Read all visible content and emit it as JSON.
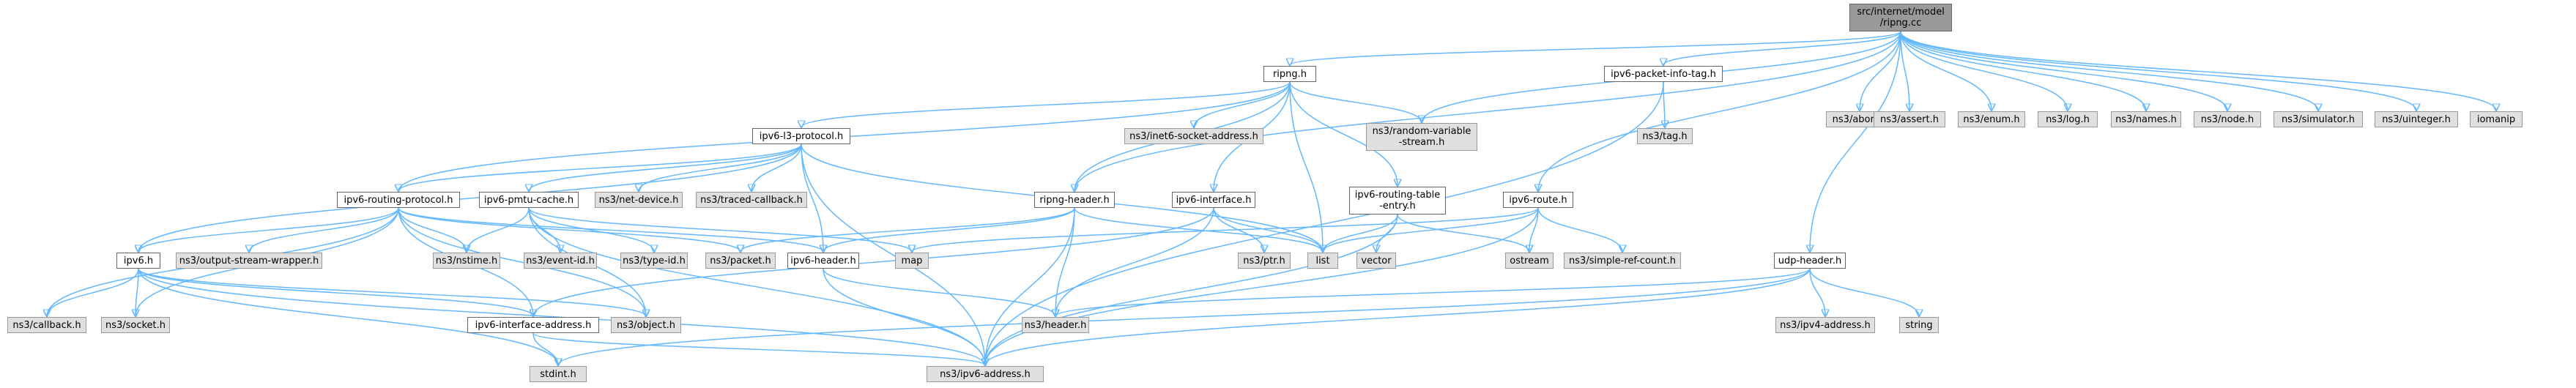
{
  "edge_color": "#63b8ff",
  "nodes": [
    {
      "id": "ripng_cc",
      "label": "src/internet/model\n/ripng.cc",
      "kind": "root"
    },
    {
      "id": "ripng_h",
      "label": "ripng.h",
      "kind": "local"
    },
    {
      "id": "ipv6_packet_info_tag_h",
      "label": "ipv6-packet-info-tag.h",
      "kind": "local"
    },
    {
      "id": "abort_h",
      "label": "ns3/abort.h",
      "kind": "ext"
    },
    {
      "id": "assert_h",
      "label": "ns3/assert.h",
      "kind": "ext"
    },
    {
      "id": "enum_h",
      "label": "ns3/enum.h",
      "kind": "ext"
    },
    {
      "id": "log_h",
      "label": "ns3/log.h",
      "kind": "ext"
    },
    {
      "id": "names_h",
      "label": "ns3/names.h",
      "kind": "ext"
    },
    {
      "id": "node_h",
      "label": "ns3/node.h",
      "kind": "ext"
    },
    {
      "id": "simulator_h",
      "label": "ns3/simulator.h",
      "kind": "ext"
    },
    {
      "id": "uinteger_h",
      "label": "ns3/uinteger.h",
      "kind": "ext"
    },
    {
      "id": "iomanip",
      "label": "iomanip",
      "kind": "ext"
    },
    {
      "id": "ipv6_l3_protocol_h",
      "label": "ipv6-l3-protocol.h",
      "kind": "local"
    },
    {
      "id": "inet6_socket_address_h",
      "label": "ns3/inet6-socket-address.h",
      "kind": "ext"
    },
    {
      "id": "random_variable_stream_h",
      "label": "ns3/random-variable\n-stream.h",
      "kind": "ext"
    },
    {
      "id": "tag_h",
      "label": "ns3/tag.h",
      "kind": "ext"
    },
    {
      "id": "ipv6_routing_protocol_h",
      "label": "ipv6-routing-protocol.h",
      "kind": "local"
    },
    {
      "id": "ipv6_pmtu_cache_h",
      "label": "ipv6-pmtu-cache.h",
      "kind": "local"
    },
    {
      "id": "net_device_h",
      "label": "ns3/net-device.h",
      "kind": "ext"
    },
    {
      "id": "traced_callback_h",
      "label": "ns3/traced-callback.h",
      "kind": "ext"
    },
    {
      "id": "ripng_header_h",
      "label": "ripng-header.h",
      "kind": "local"
    },
    {
      "id": "ipv6_interface_h",
      "label": "ipv6-interface.h",
      "kind": "local"
    },
    {
      "id": "ipv6_routing_table_entry_h",
      "label": "ipv6-routing-table\n-entry.h",
      "kind": "local"
    },
    {
      "id": "ipv6_route_h",
      "label": "ipv6-route.h",
      "kind": "local"
    },
    {
      "id": "udp_header_h",
      "label": "udp-header.h",
      "kind": "local"
    },
    {
      "id": "ipv6_h",
      "label": "ipv6.h",
      "kind": "local"
    },
    {
      "id": "output_stream_wrapper_h",
      "label": "ns3/output-stream-wrapper.h",
      "kind": "ext"
    },
    {
      "id": "nstime_h",
      "label": "ns3/nstime.h",
      "kind": "ext"
    },
    {
      "id": "event_id_h",
      "label": "ns3/event-id.h",
      "kind": "ext"
    },
    {
      "id": "type_id_h",
      "label": "ns3/type-id.h",
      "kind": "ext"
    },
    {
      "id": "packet_h",
      "label": "ns3/packet.h",
      "kind": "ext"
    },
    {
      "id": "ipv6_header_h",
      "label": "ipv6-header.h",
      "kind": "local"
    },
    {
      "id": "map",
      "label": "map",
      "kind": "ext"
    },
    {
      "id": "ptr_h",
      "label": "ns3/ptr.h",
      "kind": "ext"
    },
    {
      "id": "list",
      "label": "list",
      "kind": "ext"
    },
    {
      "id": "vector",
      "label": "vector",
      "kind": "ext"
    },
    {
      "id": "ostream",
      "label": "ostream",
      "kind": "ext"
    },
    {
      "id": "simple_ref_count_h",
      "label": "ns3/simple-ref-count.h",
      "kind": "ext"
    },
    {
      "id": "callback_h",
      "label": "ns3/callback.h",
      "kind": "ext"
    },
    {
      "id": "socket_h",
      "label": "ns3/socket.h",
      "kind": "ext"
    },
    {
      "id": "ipv6_interface_address_h",
      "label": "ipv6-interface-address.h",
      "kind": "local"
    },
    {
      "id": "object_h",
      "label": "ns3/object.h",
      "kind": "ext"
    },
    {
      "id": "header_h",
      "label": "ns3/header.h",
      "kind": "ext"
    },
    {
      "id": "ipv4_address_h",
      "label": "ns3/ipv4-address.h",
      "kind": "ext"
    },
    {
      "id": "string",
      "label": "string",
      "kind": "ext"
    },
    {
      "id": "stdint_h",
      "label": "stdint.h",
      "kind": "ext"
    },
    {
      "id": "ipv6_address_h",
      "label": "ns3/ipv6-address.h",
      "kind": "ext"
    }
  ],
  "edges": [
    [
      "ripng_cc",
      "ripng_h"
    ],
    [
      "ripng_cc",
      "ipv6_packet_info_tag_h"
    ],
    [
      "ripng_cc",
      "abort_h"
    ],
    [
      "ripng_cc",
      "assert_h"
    ],
    [
      "ripng_cc",
      "enum_h"
    ],
    [
      "ripng_cc",
      "log_h"
    ],
    [
      "ripng_cc",
      "names_h"
    ],
    [
      "ripng_cc",
      "node_h"
    ],
    [
      "ripng_cc",
      "simulator_h"
    ],
    [
      "ripng_cc",
      "uinteger_h"
    ],
    [
      "ripng_cc",
      "iomanip"
    ],
    [
      "ripng_cc",
      "random_variable_stream_h"
    ],
    [
      "ripng_cc",
      "ripng_header_h"
    ],
    [
      "ripng_cc",
      "ipv6_route_h"
    ],
    [
      "ripng_cc",
      "udp_header_h"
    ],
    [
      "ripng_h",
      "ipv6_l3_protocol_h"
    ],
    [
      "ripng_h",
      "inet6_socket_address_h"
    ],
    [
      "ripng_h",
      "random_variable_stream_h"
    ],
    [
      "ripng_h",
      "ripng_header_h"
    ],
    [
      "ripng_h",
      "ipv6_interface_h"
    ],
    [
      "ripng_h",
      "ipv6_routing_table_entry_h"
    ],
    [
      "ripng_h",
      "ipv6_routing_protocol_h"
    ],
    [
      "ripng_h",
      "list"
    ],
    [
      "ipv6_packet_info_tag_h",
      "tag_h"
    ],
    [
      "ipv6_packet_info_tag_h",
      "ipv6_address_h"
    ],
    [
      "ipv6_l3_protocol_h",
      "ipv6_routing_protocol_h"
    ],
    [
      "ipv6_l3_protocol_h",
      "ipv6_pmtu_cache_h"
    ],
    [
      "ipv6_l3_protocol_h",
      "net_device_h"
    ],
    [
      "ipv6_l3_protocol_h",
      "traced_callback_h"
    ],
    [
      "ipv6_l3_protocol_h",
      "ipv6_h"
    ],
    [
      "ipv6_l3_protocol_h",
      "ipv6_header_h"
    ],
    [
      "ipv6_l3_protocol_h",
      "list"
    ],
    [
      "ipv6_l3_protocol_h",
      "ipv6_address_h"
    ],
    [
      "ipv6_routing_protocol_h",
      "ipv6_h"
    ],
    [
      "ipv6_routing_protocol_h",
      "output_stream_wrapper_h"
    ],
    [
      "ipv6_routing_protocol_h",
      "nstime_h"
    ],
    [
      "ipv6_routing_protocol_h",
      "packet_h"
    ],
    [
      "ipv6_routing_protocol_h",
      "ipv6_header_h"
    ],
    [
      "ipv6_routing_protocol_h",
      "callback_h"
    ],
    [
      "ipv6_routing_protocol_h",
      "socket_h"
    ],
    [
      "ipv6_routing_protocol_h",
      "ipv6_interface_address_h"
    ],
    [
      "ipv6_routing_protocol_h",
      "object_h"
    ],
    [
      "ipv6_pmtu_cache_h",
      "nstime_h"
    ],
    [
      "ipv6_pmtu_cache_h",
      "event_id_h"
    ],
    [
      "ipv6_pmtu_cache_h",
      "type_id_h"
    ],
    [
      "ipv6_pmtu_cache_h",
      "map"
    ],
    [
      "ipv6_pmtu_cache_h",
      "object_h"
    ],
    [
      "ipv6_pmtu_cache_h",
      "ipv6_address_h"
    ],
    [
      "ripng_header_h",
      "ipv6_header_h"
    ],
    [
      "ripng_header_h",
      "packet_h"
    ],
    [
      "ripng_header_h",
      "list"
    ],
    [
      "ripng_header_h",
      "header_h"
    ],
    [
      "ripng_header_h",
      "ipv6_address_h"
    ],
    [
      "ipv6_interface_h",
      "ptr_h"
    ],
    [
      "ipv6_interface_h",
      "list"
    ],
    [
      "ipv6_interface_h",
      "ipv6_interface_address_h"
    ],
    [
      "ipv6_interface_h",
      "header_h"
    ],
    [
      "ipv6_routing_table_entry_h",
      "list"
    ],
    [
      "ipv6_routing_table_entry_h",
      "vector"
    ],
    [
      "ipv6_routing_table_entry_h",
      "ostream"
    ],
    [
      "ipv6_routing_table_entry_h",
      "ipv6_address_h"
    ],
    [
      "ipv6_route_h",
      "map"
    ],
    [
      "ipv6_route_h",
      "list"
    ],
    [
      "ipv6_route_h",
      "ostream"
    ],
    [
      "ipv6_route_h",
      "simple_ref_count_h"
    ],
    [
      "ipv6_route_h",
      "ipv6_address_h"
    ],
    [
      "udp_header_h",
      "header_h"
    ],
    [
      "udp_header_h",
      "ipv4_address_h"
    ],
    [
      "udp_header_h",
      "string"
    ],
    [
      "udp_header_h",
      "stdint_h"
    ],
    [
      "udp_header_h",
      "ipv6_address_h"
    ],
    [
      "ipv6_h",
      "callback_h"
    ],
    [
      "ipv6_h",
      "socket_h"
    ],
    [
      "ipv6_h",
      "ipv6_interface_address_h"
    ],
    [
      "ipv6_h",
      "object_h"
    ],
    [
      "ipv6_h",
      "stdint_h"
    ],
    [
      "ipv6_h",
      "ipv6_address_h"
    ],
    [
      "ipv6_header_h",
      "header_h"
    ],
    [
      "ipv6_header_h",
      "ipv6_address_h"
    ],
    [
      "ipv6_interface_address_h",
      "stdint_h"
    ],
    [
      "ipv6_interface_address_h",
      "ipv6_address_h"
    ]
  ]
}
